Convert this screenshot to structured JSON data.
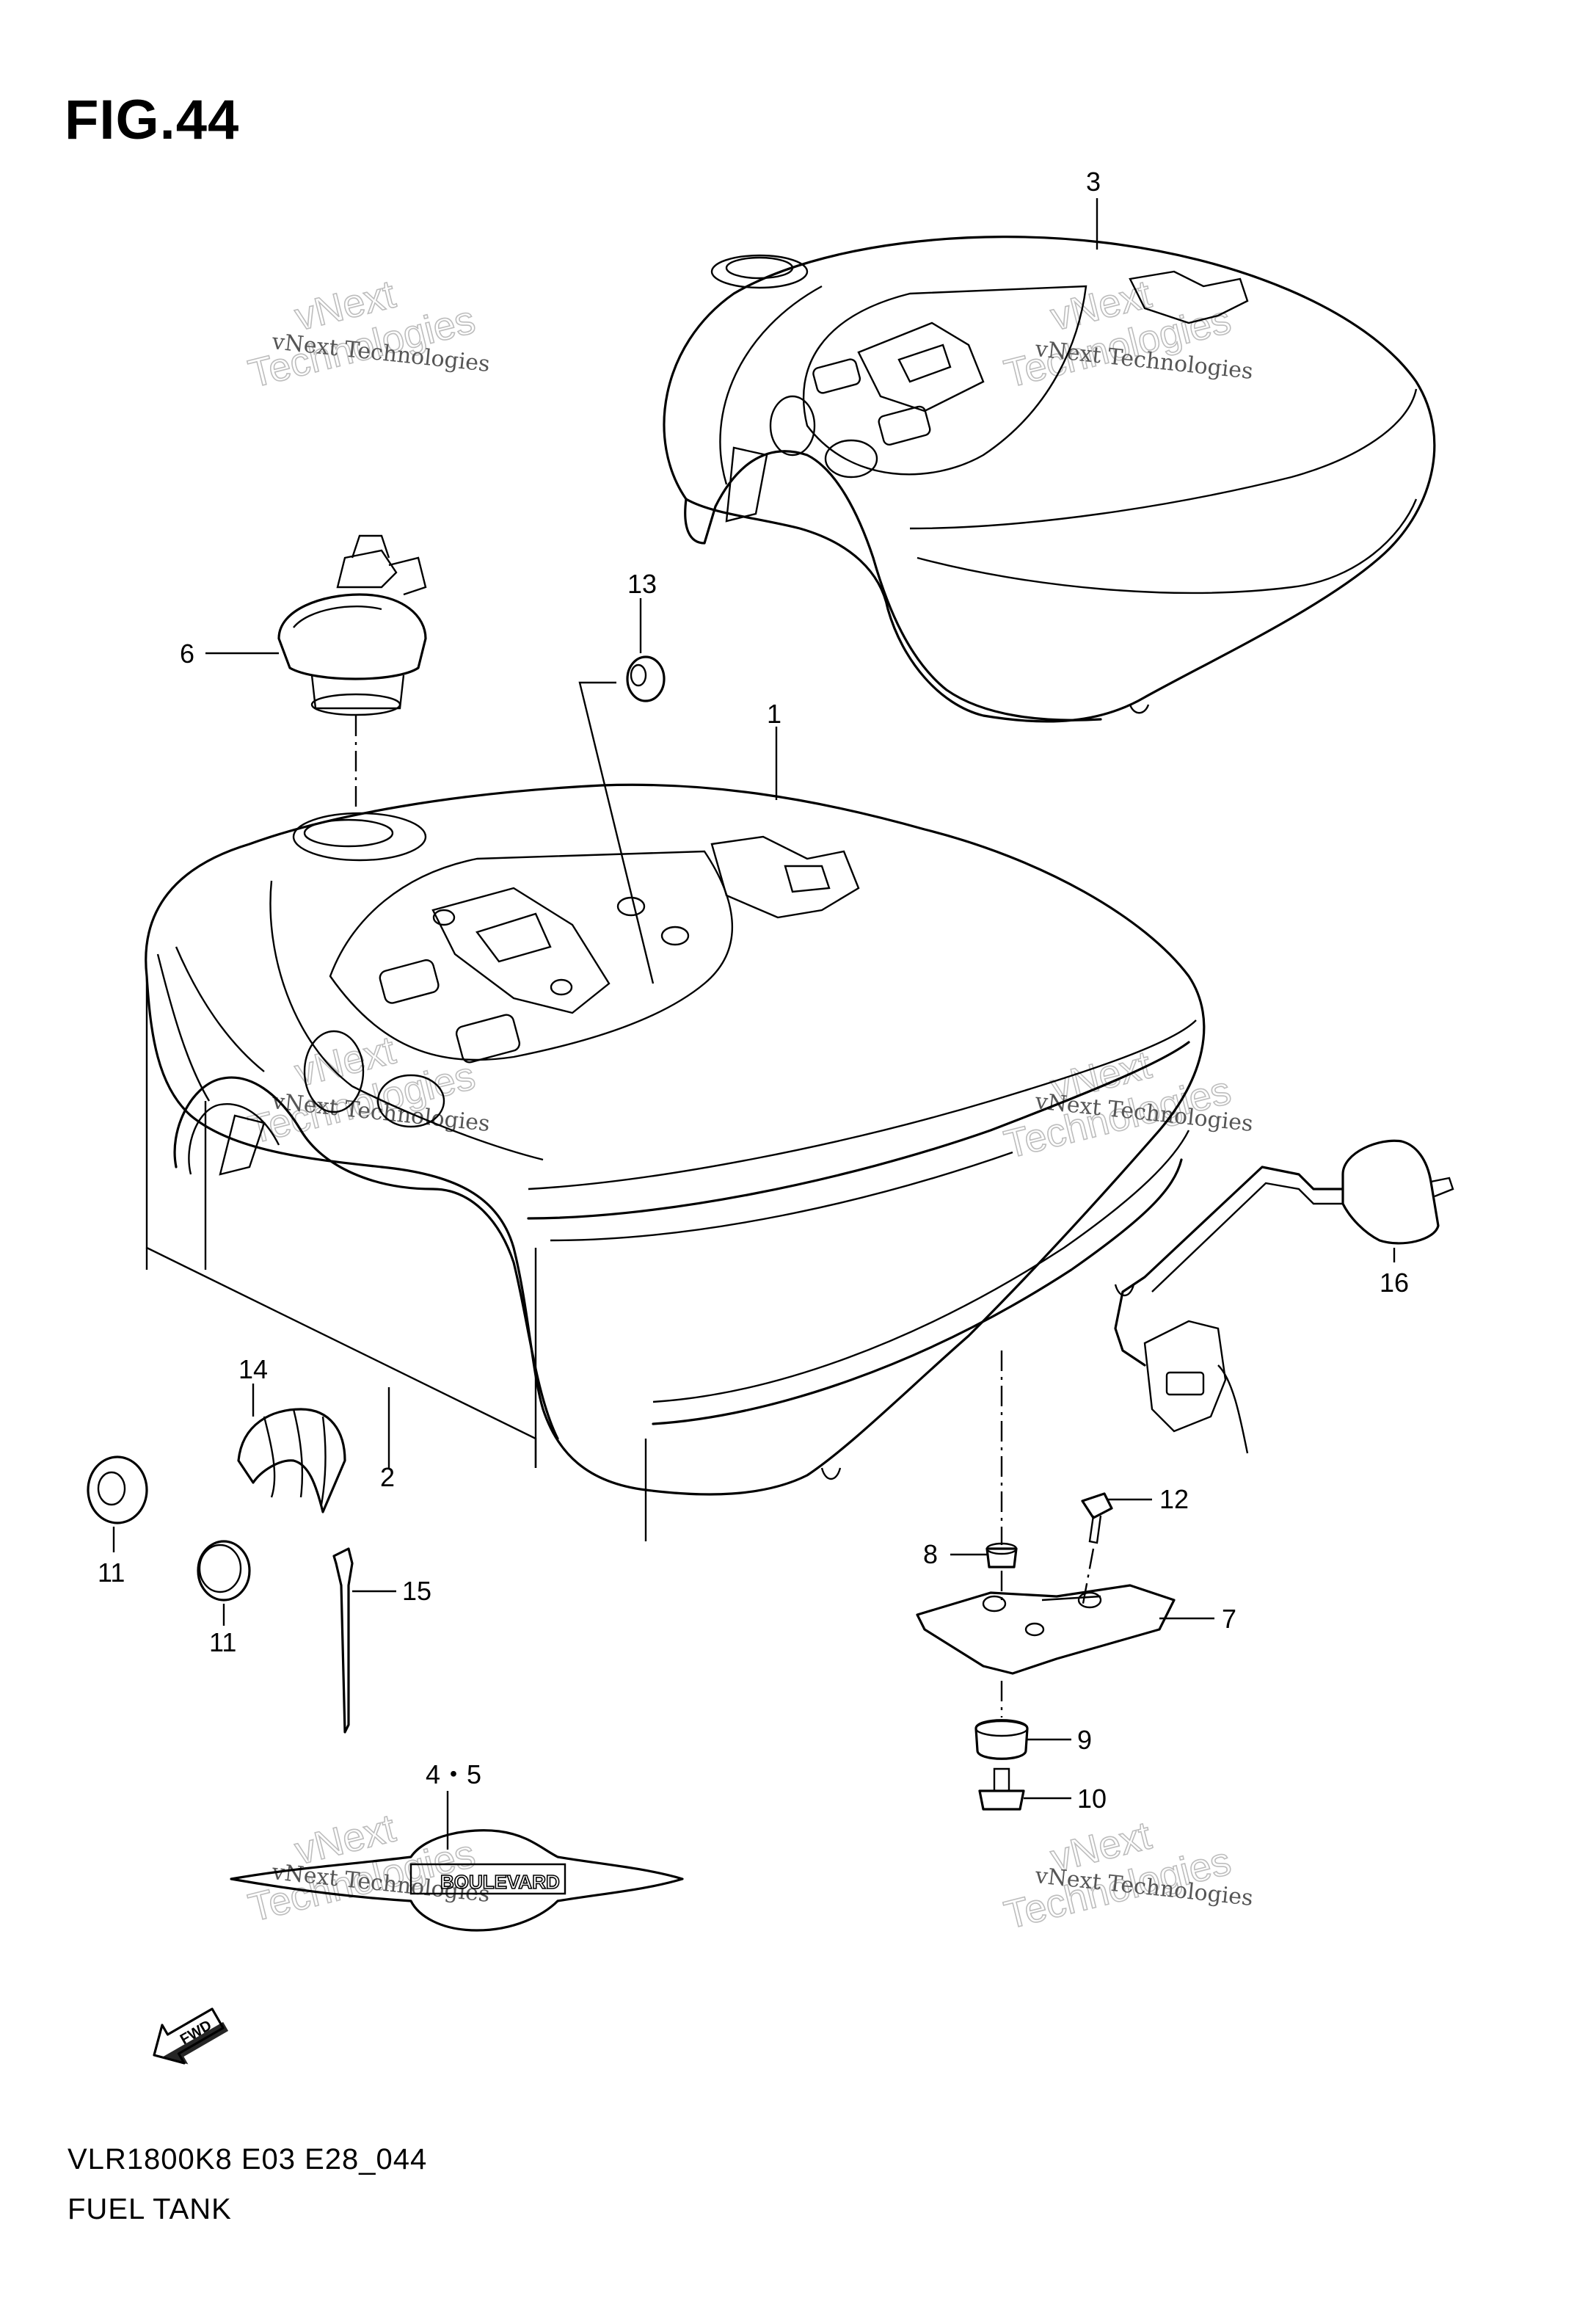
{
  "figure": {
    "title": "FIG.44",
    "code": "VLR1800K8 E03 E28_044",
    "name": "FUEL TANK"
  },
  "callouts": [
    "1",
    "2",
    "3",
    "4・5",
    "6",
    "7",
    "8",
    "9",
    "10",
    "11",
    "11",
    "12",
    "13",
    "14",
    "15",
    "16"
  ],
  "watermarks": [
    {
      "line1": "vNext Technologies",
      "line2": "vNext",
      "line3": "Technologies"
    },
    {
      "line1": "vNext Technologies",
      "line2": "vNext",
      "line3": "Technologies"
    },
    {
      "line1": "vNext Technologies",
      "line2": "vNext",
      "line3": "Technologies"
    },
    {
      "line1": "vNext Technologies",
      "line2": "vNext",
      "line3": "Technologies"
    },
    {
      "line1": "vNext Technologies",
      "line2": "vNext",
      "line3": "Technologies"
    },
    {
      "line1": "vNext Technologies",
      "line2": "vNext",
      "line3": "Technologies"
    }
  ],
  "emblem_text": "BOULEVARD",
  "fwd_arrow_text": "FWD",
  "colors": {
    "ink": "#000000",
    "watermark": "#bdbdbd",
    "background": "#ffffff"
  }
}
